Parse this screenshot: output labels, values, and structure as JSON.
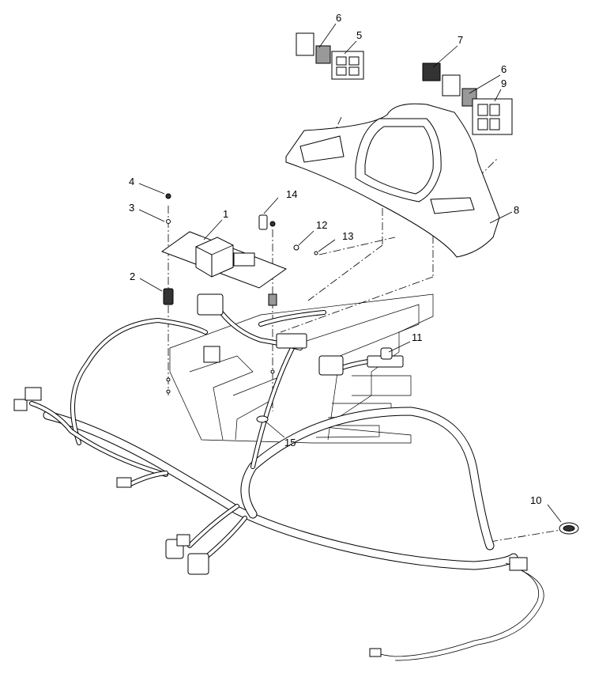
{
  "callouts": [
    {
      "id": "c1",
      "label": "1"
    },
    {
      "id": "c2",
      "label": "2"
    },
    {
      "id": "c3",
      "label": "3"
    },
    {
      "id": "c4",
      "label": "4"
    },
    {
      "id": "c5",
      "label": "5"
    },
    {
      "id": "c6a",
      "label": "6"
    },
    {
      "id": "c6b",
      "label": "6"
    },
    {
      "id": "c7",
      "label": "7"
    },
    {
      "id": "c8",
      "label": "8"
    },
    {
      "id": "c9",
      "label": "9"
    },
    {
      "id": "c10",
      "label": "10"
    },
    {
      "id": "c11",
      "label": "11"
    },
    {
      "id": "c12",
      "label": "12"
    },
    {
      "id": "c13",
      "label": "13"
    },
    {
      "id": "c14",
      "label": "14"
    },
    {
      "id": "c15",
      "label": "15"
    }
  ]
}
